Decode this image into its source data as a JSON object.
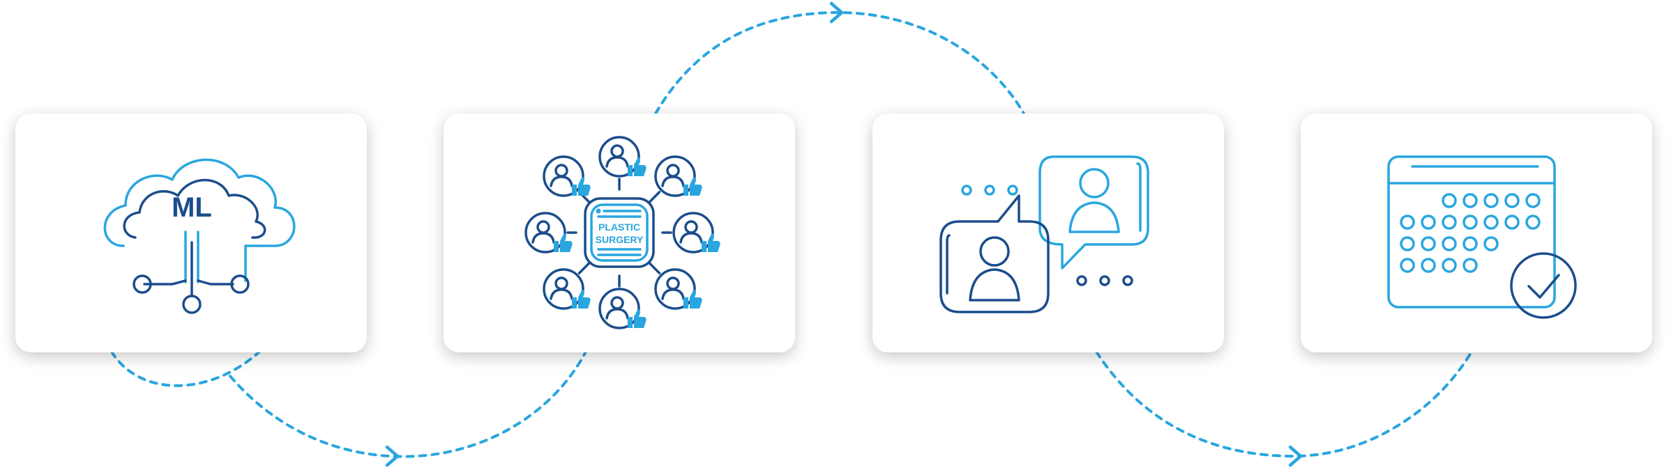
{
  "diagram": {
    "colors": {
      "light_blue": "#29a6df",
      "dark_blue": "#1b4d8c",
      "card_bg": "#ffffff"
    },
    "cards": [
      {
        "icon": "cloud-ml-icon",
        "label": "ML"
      },
      {
        "icon": "plastic-surgery-network-icon",
        "label_line1": "PLASTIC",
        "label_line2": "SURGERY"
      },
      {
        "icon": "chat-consultation-icon"
      },
      {
        "icon": "calendar-check-icon"
      }
    ]
  }
}
